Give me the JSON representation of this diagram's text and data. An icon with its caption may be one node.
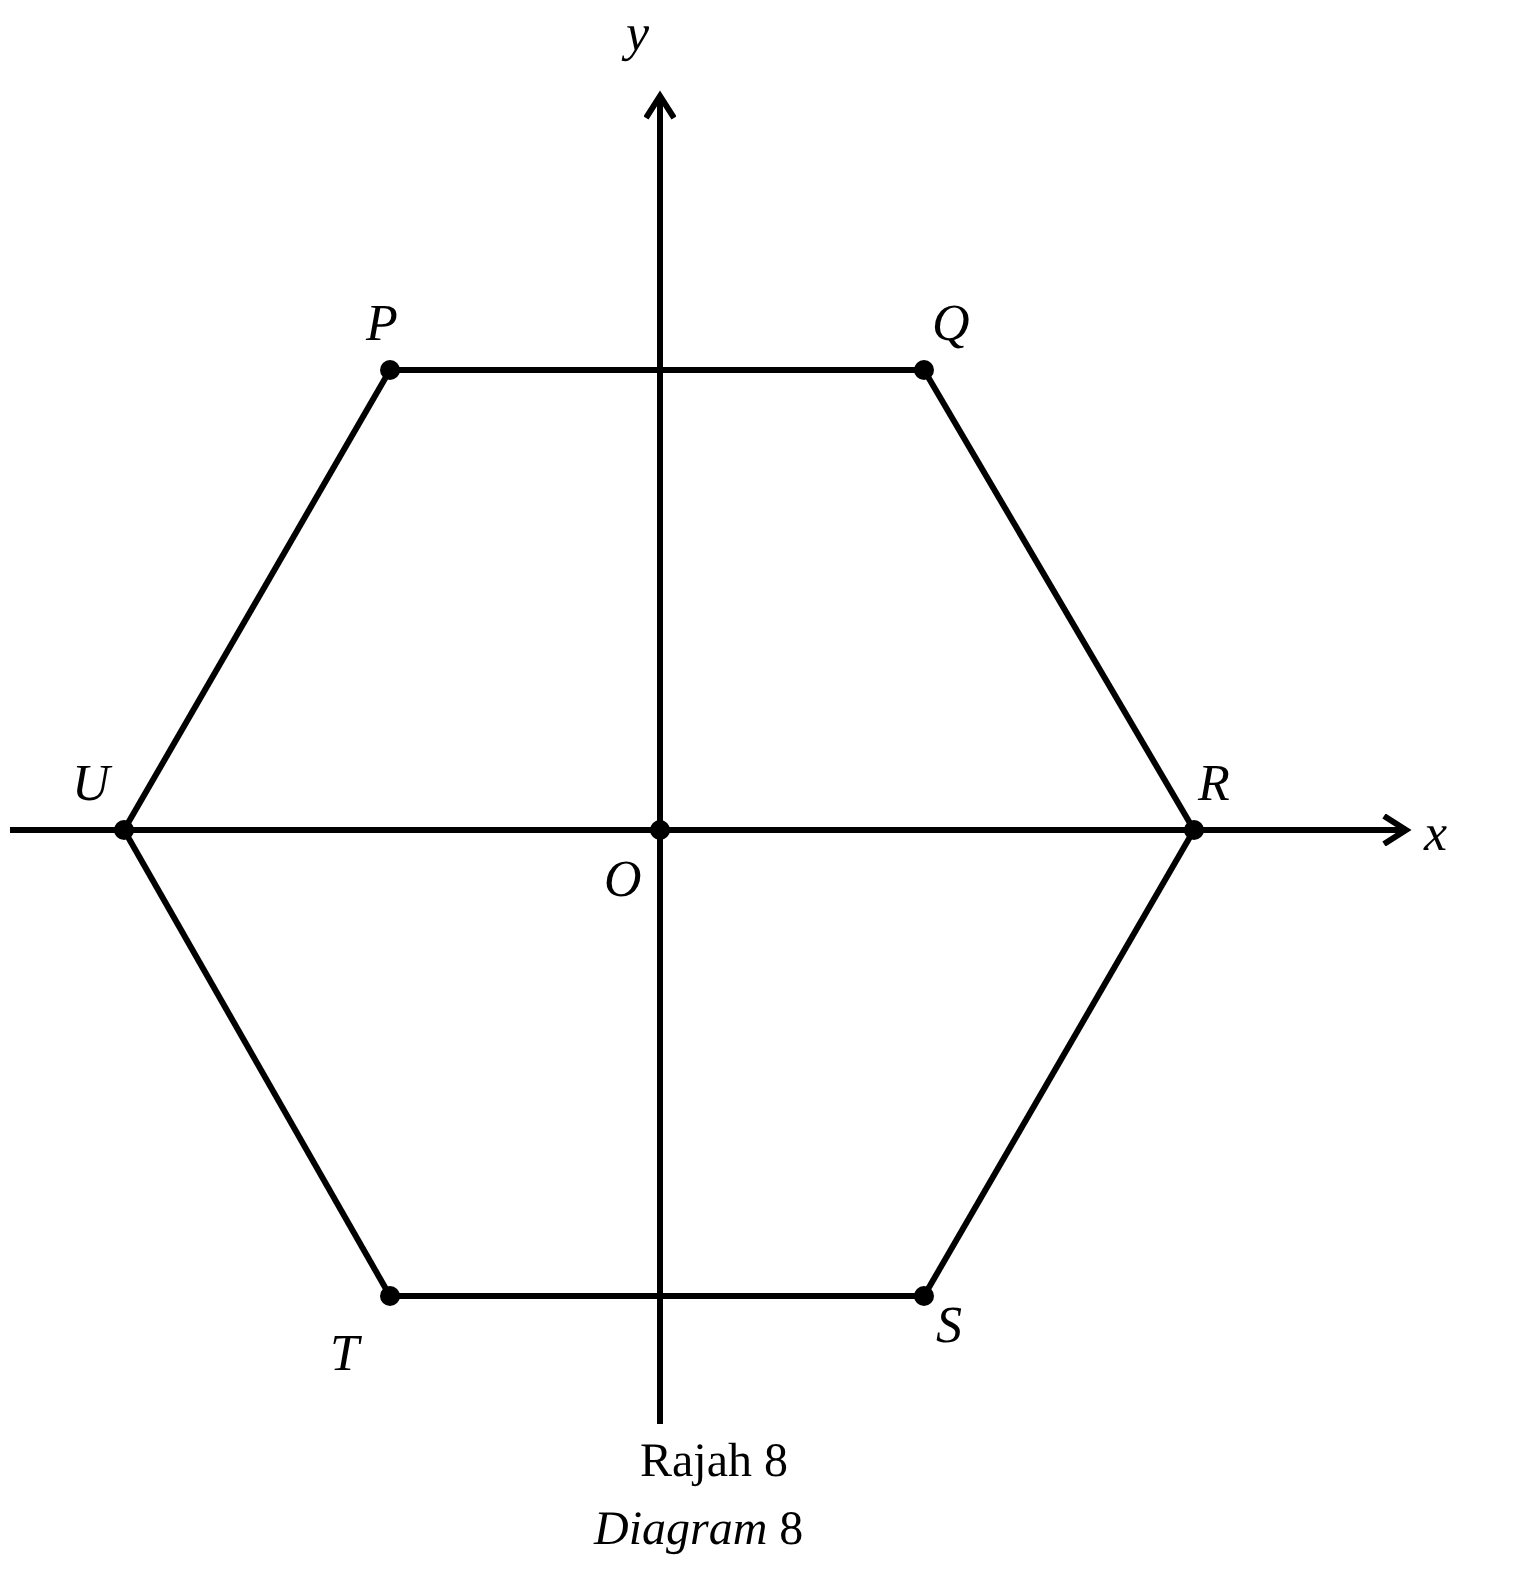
{
  "diagram": {
    "nodes": [
      {
        "text": [
          "P"
        ]
      },
      {
        "text": [
          "Q"
        ]
      },
      {
        "text": [
          "R"
        ]
      },
      {
        "text": [
          "S"
        ]
      },
      {
        "text": [
          "T"
        ]
      },
      {
        "text": [
          "U"
        ]
      },
      {
        "text": [
          "O"
        ]
      }
    ],
    "edges": [
      {
        "from": 0,
        "to": 1,
        "arrow": "none"
      },
      {
        "from": 1,
        "to": 2,
        "arrow": "none"
      },
      {
        "from": 2,
        "to": 3,
        "arrow": "none"
      },
      {
        "from": 3,
        "to": 4,
        "arrow": "none"
      },
      {
        "from": 4,
        "to": 5,
        "arrow": "none"
      },
      {
        "from": 5,
        "to": 0,
        "arrow": "none"
      }
    ],
    "labels": [
      "y",
      "x",
      "Rajah 8",
      "*Diagram* 8"
    ]
  }
}
